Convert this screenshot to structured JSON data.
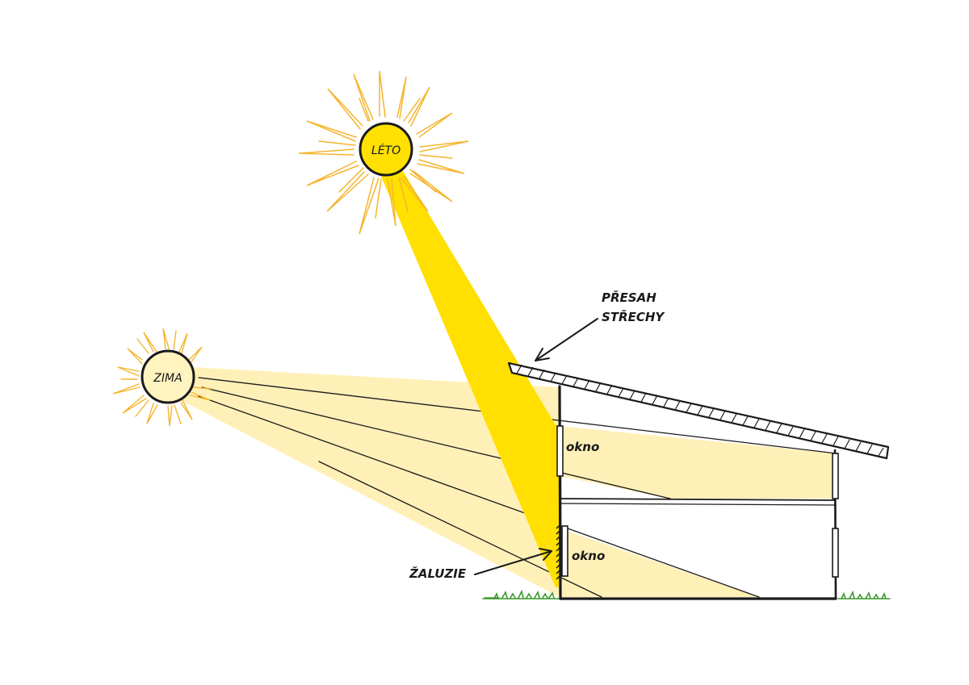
{
  "labels": {
    "summer_sun": "LÉTO",
    "winter_sun": "ZIMA",
    "roof_overhang_line1": "PŘESAH",
    "roof_overhang_line2": "STŘECHY",
    "window_upper": "okno",
    "window_lower": "okno",
    "blinds": "ŽALUZIE"
  },
  "colors": {
    "summer_beam": "#ffe000",
    "summer_sun": "#ffe000",
    "winter_beam": "#fff0b8",
    "winter_sun": "#fff3bf",
    "sun_rays": "#f5b52e",
    "grass": "#3a9a2a",
    "ink": "#1a1a1a"
  }
}
